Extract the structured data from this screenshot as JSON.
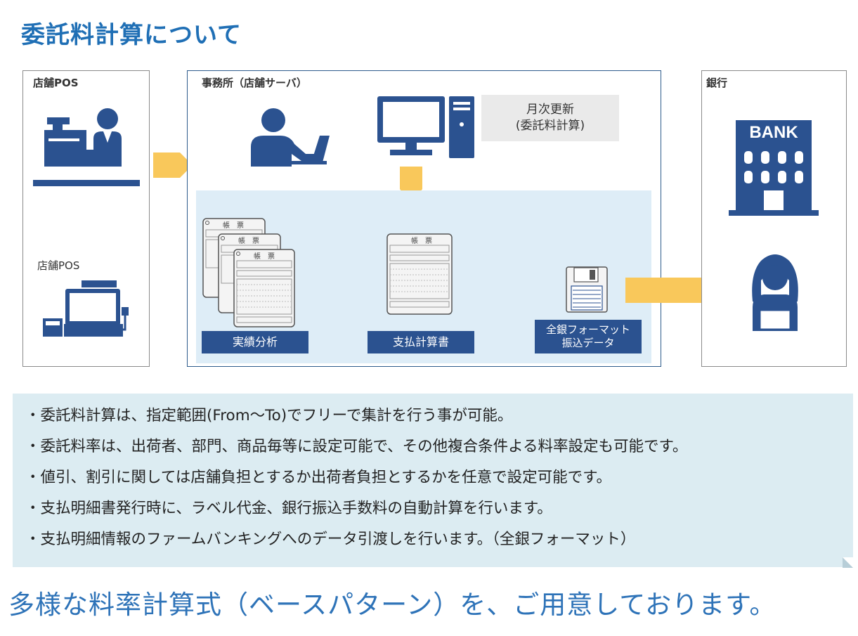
{
  "title": "委託料計算について",
  "colors": {
    "title_blue": "#1f6fb5",
    "navy": "#2b5290",
    "arrow_yellow": "#f9c85b",
    "light_blue": "#deedf7",
    "notes_bg": "#dcecf2"
  },
  "pos_box": {
    "label": "店舗POS",
    "sub_label": "店舗POS"
  },
  "office_box": {
    "label": "事務所（店舗サーバ）",
    "monthly_update_line1": "月次更新",
    "monthly_update_line2": "(委託料計算)",
    "form_header": "帳　票",
    "outputs": {
      "performance": "実績分析",
      "payment": "支払計算書",
      "transfer_line1": "全銀フォーマット",
      "transfer_line2": "振込データ"
    }
  },
  "bank_box": {
    "label": "銀行",
    "building_sign": "BANK"
  },
  "icons": [
    "pos-register-icon",
    "cashier-person-icon",
    "pos-terminal-icon",
    "office-worker-icon",
    "desktop-computer-icon",
    "ledger-form-icon",
    "floppy-disk-icon",
    "bank-building-icon",
    "bank-clerk-icon"
  ],
  "notes": [
    "・委託料計算は、指定範囲(From～To)でフリーで集計を行う事が可能。",
    "・委託料率は、出荷者、部門、商品毎等に設定可能で、その他複合条件よる料率設定も可能です。",
    "・値引、割引に関しては店舗負担とするか出荷者負担とするかを任意で設定可能です。",
    "・支払明細書発行時に、ラベル代金、銀行振込手数料の自動計算を行います。",
    "・支払明細情報のファームバンキングへのデータ引渡しを行います。（全銀フォーマット）"
  ],
  "footer": "多様な料率計算式（ベースパターン）を、ご用意しております。"
}
